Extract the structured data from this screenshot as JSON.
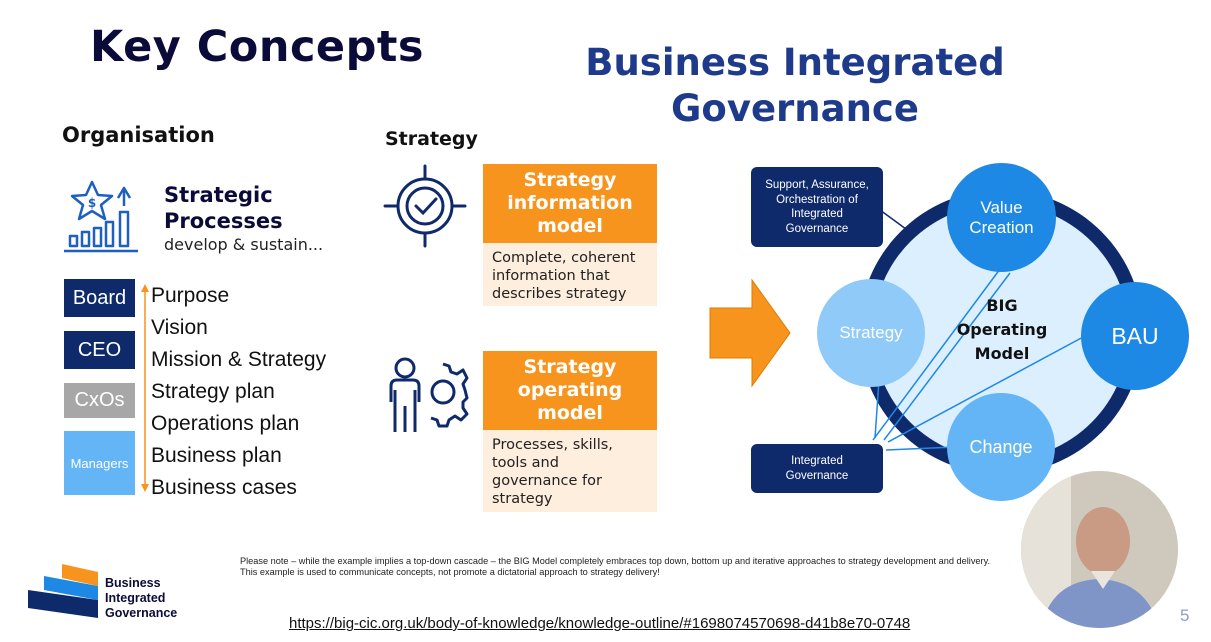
{
  "title": "Key Concepts",
  "big_title": "Business Integrated Governance",
  "organisation": {
    "heading": "Organisation",
    "strategic_processes_title": "Strategic Processes",
    "strategic_processes_sub": "develop & sustain...",
    "roles": [
      "Board",
      "CEO",
      "CxOs",
      "Managers"
    ],
    "levels": [
      "Purpose",
      "Vision",
      "Mission & Strategy",
      "Strategy plan",
      "Operations plan",
      "Business plan",
      "Business cases"
    ]
  },
  "strategy": {
    "heading": "Strategy",
    "info_model_title": "Strategy information model",
    "info_model_desc": "Complete, coherent information that describes strategy",
    "operating_model_title": "Strategy operating model",
    "operating_model_desc": "Processes, skills, tools and governance for strategy"
  },
  "big_model": {
    "support_box": "Support, Assurance, Orchestration of Integrated Governance",
    "value_creation": "Value Creation",
    "strategy": "Strategy",
    "center": "BIG Operating Model",
    "bau": "BAU",
    "change": "Change",
    "integrated_governance": "Integrated Governance"
  },
  "footer": {
    "note": "Please note – while the example implies a top-down cascade – the BIG Model completely embraces top down, bottom up and iterative approaches to strategy development and delivery. This example is used to communicate concepts, not promote a dictatorial approach to strategy delivery!",
    "link": "https://big-cic.org.uk/body-of-knowledge/knowledge-outline/#1698074570698-d41b8e70-0748",
    "page_number": "5",
    "logo_text": "Business Integrated Governance"
  },
  "colors": {
    "navy": "#0f2a6b",
    "orange": "#f7941d",
    "blue": "#1e88e5",
    "light_blue": "#90caf9",
    "pale_blue": "#dcefff"
  }
}
